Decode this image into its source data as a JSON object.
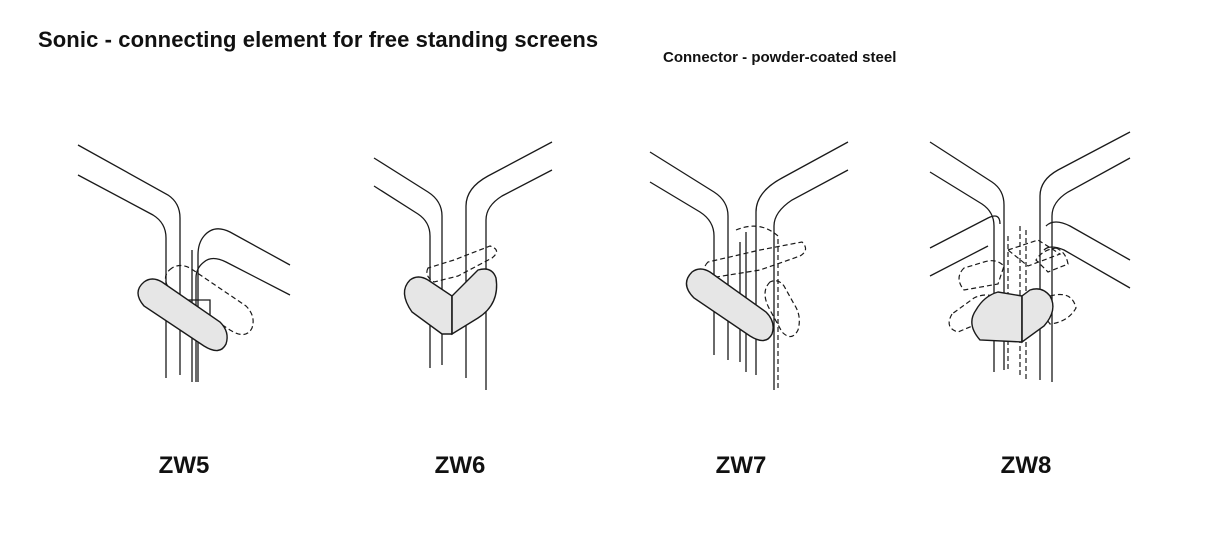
{
  "header": {
    "title": "Sonic - connecting element for free standing screens",
    "material_note": "Connector - powder-coated steel"
  },
  "variants": [
    {
      "code": "ZW5"
    },
    {
      "code": "ZW6"
    },
    {
      "code": "ZW7"
    },
    {
      "code": "ZW8"
    }
  ]
}
